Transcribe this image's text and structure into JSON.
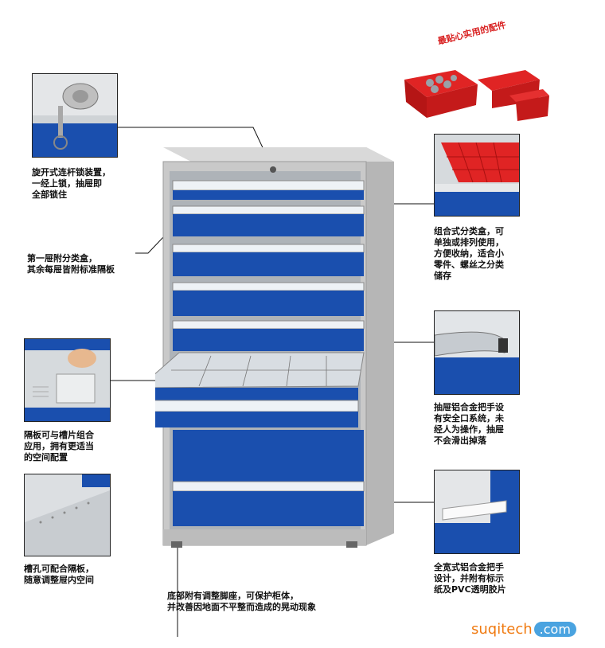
{
  "callouts": {
    "lock": "旋开式连杆锁装置，\n一经上锁，抽屉即\n全部锁住",
    "first_drawer": "第一屉附分类盒，\n其余每屉皆附标准隔板",
    "divider": "隔板可与槽片组合\n应用，拥有更适当\n的空间配置",
    "slots": "槽孔可配合隔板，\n随意调整屉内空间",
    "feet": "底部附有调整脚座，可保护柜体，\n并改善因地面不平整而造成的晃动现象",
    "bins": "组合式分类盒，可\n单独或排列使用，\n方便收纳，适合小\n零件、螺丝之分类\n储存",
    "handle_safety": "抽屉铝合金把手设\n有安全口系统，未\n经人为操作，抽屉\n不会滑出掉落",
    "handle_label": "全宽式铝合金把手\n设计，并附有标示\n纸及PVC透明胶片"
  },
  "accessory_title": "最贴心实用的配件",
  "watermark": {
    "main": "suqitech",
    "suffix": ".com"
  },
  "colors": {
    "blue": "#1a4fae",
    "gray": "#c8c8c8",
    "red": "#d81e1e",
    "orange": "#f07a10"
  }
}
